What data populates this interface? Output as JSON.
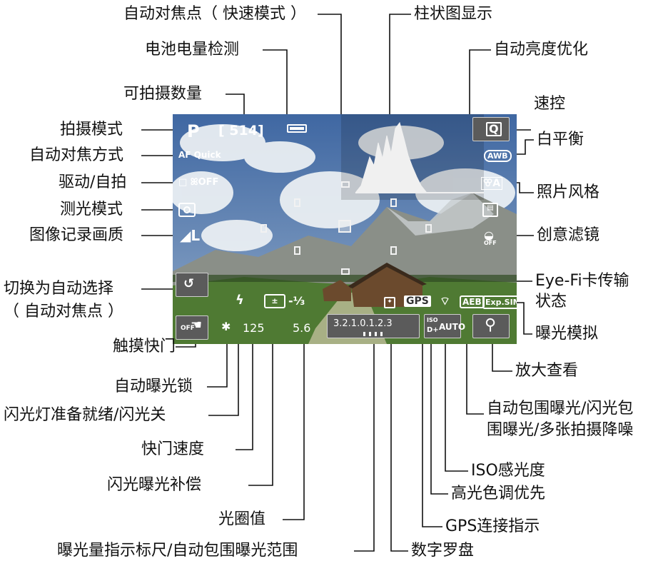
{
  "labels": {
    "af_point_quick": "自动对焦点（ 快速模式 ）",
    "battery_check": "电池电量检测",
    "shots_remaining": "可拍摄数量",
    "shooting_mode": "拍摄模式",
    "af_method": "自动对焦方式",
    "drive_self_timer": "驱动/自拍",
    "metering_mode": "测光模式",
    "image_quality": "图像记录画质",
    "switch_auto_select_1": "切换为自动选择",
    "switch_auto_select_2": "（ 自动对焦点 ）",
    "histogram": "柱状图显示",
    "auto_lighting_optimizer": "自动亮度优化",
    "quick_control": "速控",
    "white_balance": "白平衡",
    "picture_style": "照片风格",
    "creative_filter": "创意滤镜",
    "eyefi_1": "Eye-Fi卡传输",
    "eyefi_2": "状态",
    "exposure_simulation": "曝光模拟",
    "magnify": "放大查看",
    "aeb_1": "自动包围曝光/闪光包",
    "aeb_2": "围曝光/多张拍摄降噪",
    "iso_speed": "ISO感光度",
    "highlight_tone_priority": "高光色调优先",
    "gps_indicator": "GPS连接指示",
    "quick_control_dial": "数字罗盘",
    "touch_shutter": "触摸快门",
    "ae_lock": "自动曝光锁",
    "flash_ready": "闪光灯准备就绪/闪光关",
    "shutter_speed": "快门速度",
    "flash_exposure_comp": "闪光曝光补偿",
    "aperture": "光圈值",
    "exposure_level": "曝光量指示标尺/自动包围曝光范围"
  },
  "screen": {
    "mode": "P",
    "shots": "[ 514]",
    "af_quick": "AF Quick",
    "drive": "□ ꕤOFF",
    "quality": "◢L",
    "flash_ready_icon": "ϟ",
    "flash_comp": "-⅓",
    "ae_lock_icon": "✱",
    "shutter": "125",
    "aperture": "5.6",
    "exposure_scale": "3.2.1.0.1.2.3",
    "gps": "GPS",
    "aeb": "AEB",
    "exp_sim": "Exp.SIM",
    "iso": "AUTO",
    "iso_tag_top": "ISO",
    "iso_tag_bottom": "D+",
    "q": "Q",
    "awb": "AWB",
    "ps": "ꕢA",
    "off": "OFF"
  },
  "colors": {
    "sky": "#5a7aa8",
    "mountain": "#8a8f88",
    "grass": "#4f7a33",
    "button_bg": "#5b5b5b",
    "histogram": "#f0f0f0"
  }
}
